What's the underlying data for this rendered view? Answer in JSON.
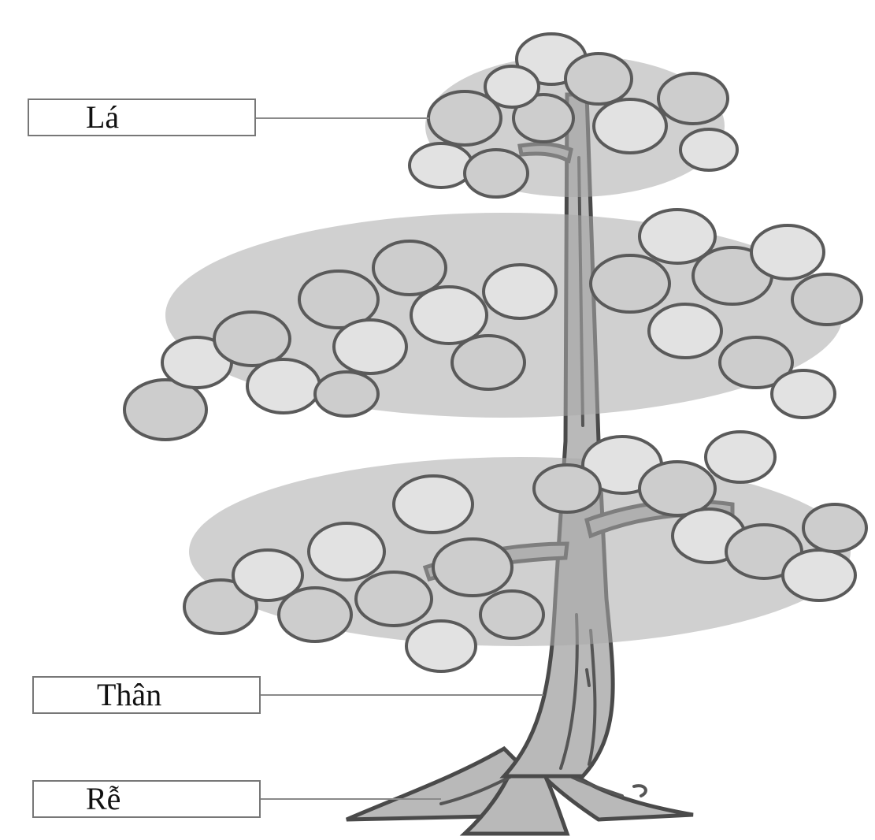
{
  "diagram": {
    "labels": {
      "leaf": "Lá",
      "trunk": "Thân",
      "root": "Rễ"
    },
    "colors": {
      "outline": "#5a5a5a",
      "leaf_fill": "#cdcdcd",
      "trunk_fill": "#b9b9b9",
      "label_border": "#777777",
      "pointer_line": "#8a8a8a"
    }
  }
}
